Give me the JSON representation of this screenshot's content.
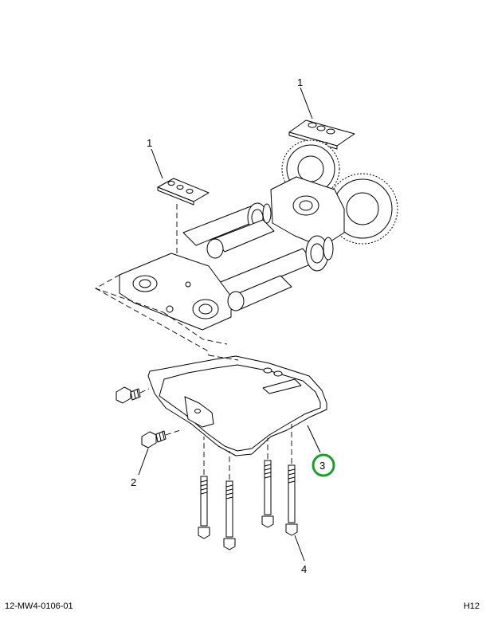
{
  "callouts": {
    "c1_top": "1",
    "c1_left": "1",
    "c2": "2",
    "c3": "3",
    "c4": "4"
  },
  "highlight_color": "#1f9d2a",
  "footer": {
    "left": "12-MW4-0106-01",
    "right": "H12"
  }
}
